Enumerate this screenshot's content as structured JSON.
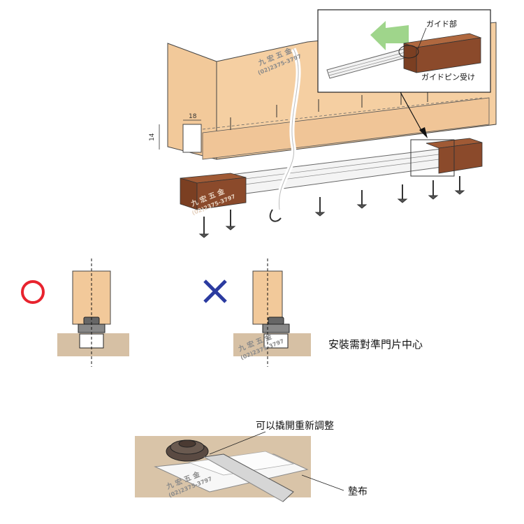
{
  "top_figure": {
    "inset_label_guide": "ガイド部",
    "inset_label_pin": "ガイドピン受け",
    "dim_width": "18",
    "dim_height": "14"
  },
  "watermark": {
    "name": "九 宏 五 金",
    "phone": "(02)2375-3797"
  },
  "middle_figure": {
    "correct_symbol": "○",
    "wrong_symbol": "✕",
    "caption": "安裝需對準門片中心"
  },
  "bottom_figure": {
    "label_pry": "可以撬開重新調整",
    "label_cloth": "墊布"
  },
  "colors": {
    "wood_light": "#f2c99a",
    "wood_dark": "#8b4a2b",
    "floor": "#d6c0a4",
    "correct_red": "#e8232e",
    "wrong_blue": "#2b3ba0",
    "guide_arrow": "#9fd58b"
  }
}
